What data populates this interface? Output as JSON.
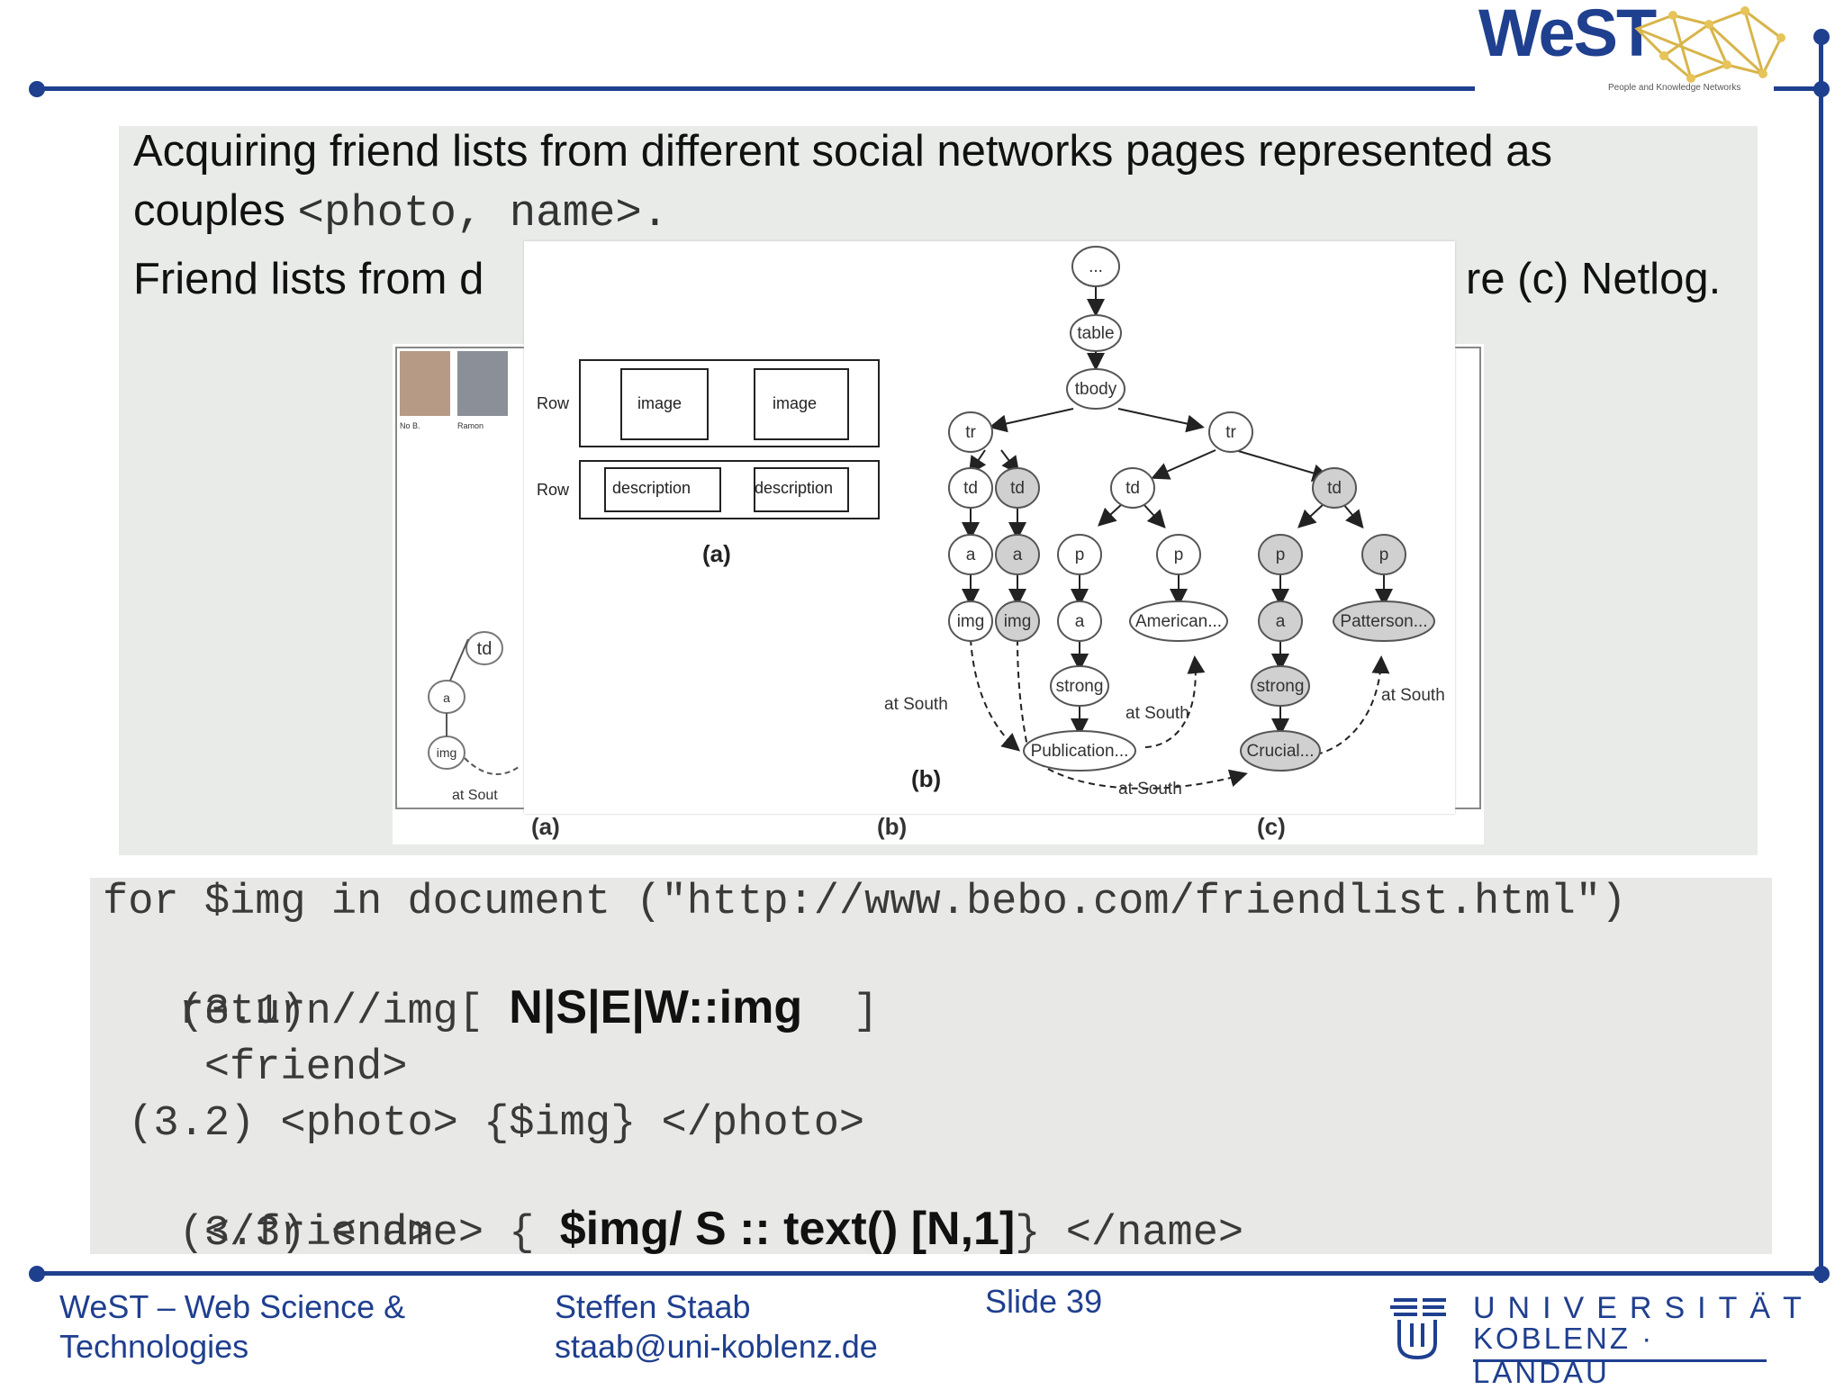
{
  "logo": {
    "text": "WeST",
    "tagline": "People and Knowledge Networks"
  },
  "intro": {
    "line1": "Acquiring friend lists from different social networks pages represented as",
    "line2_prefix": "couples ",
    "line2_code": "<photo, name>.",
    "line3_left": "Friend lists from d",
    "line3_right": "re (c) Netlog."
  },
  "figure": {
    "caption_a": "(a)",
    "caption_b": "(b)",
    "row1": "Row",
    "row2": "Row",
    "image1": "image",
    "image2": "image",
    "desc1": "description",
    "desc2": "description",
    "nodes": {
      "root": "...",
      "table": "table",
      "tbody": "tbody",
      "tr": "tr",
      "td": "td",
      "a": "a",
      "img": "img",
      "p": "p",
      "strong": "strong",
      "american": "American...",
      "patterson": "Patterson...",
      "publication": "Publication...",
      "crucial": "Crucial..."
    },
    "at_south": "at South",
    "bg_labels": {
      "a": "(a)",
      "b": "(b)",
      "c": "(c)",
      "td": "td",
      "at_south": "at Sout",
      "a_node": "a",
      "img_node": "img",
      "name1": "No B.",
      "name2": "Ramon"
    }
  },
  "code": {
    "line1": "for $img in document (\"http://www.bebo.com/friendlist.html\")",
    "line2_pre": " (3.1) //img[ ",
    "line2_bold": "N|S|E|W::img",
    "line2_post": "  ]",
    "line3": "   return",
    "line4": "    <friend>",
    "line5": " (3.2) <photo> {$img} </photo>",
    "line6_pre": " (3.3) <name> { ",
    "line6_bold": "$img/ S :: text() [N,1]",
    "line6_post": "} </name>",
    "line7": "    </friend>"
  },
  "footer": {
    "org_line1": "WeST – Web Science &",
    "org_line2": "Technologies",
    "author": "Steffen Staab",
    "email": "staab@uni-koblenz.de",
    "slide": "Slide 39",
    "uni_line1": "UNIVERSITÄT",
    "uni_line2": "KOBLENZ · LANDAU"
  },
  "colors": {
    "accent": "#1f3f8f",
    "panel": "#e9ebe9",
    "node_gray": "#d0d0d0"
  }
}
